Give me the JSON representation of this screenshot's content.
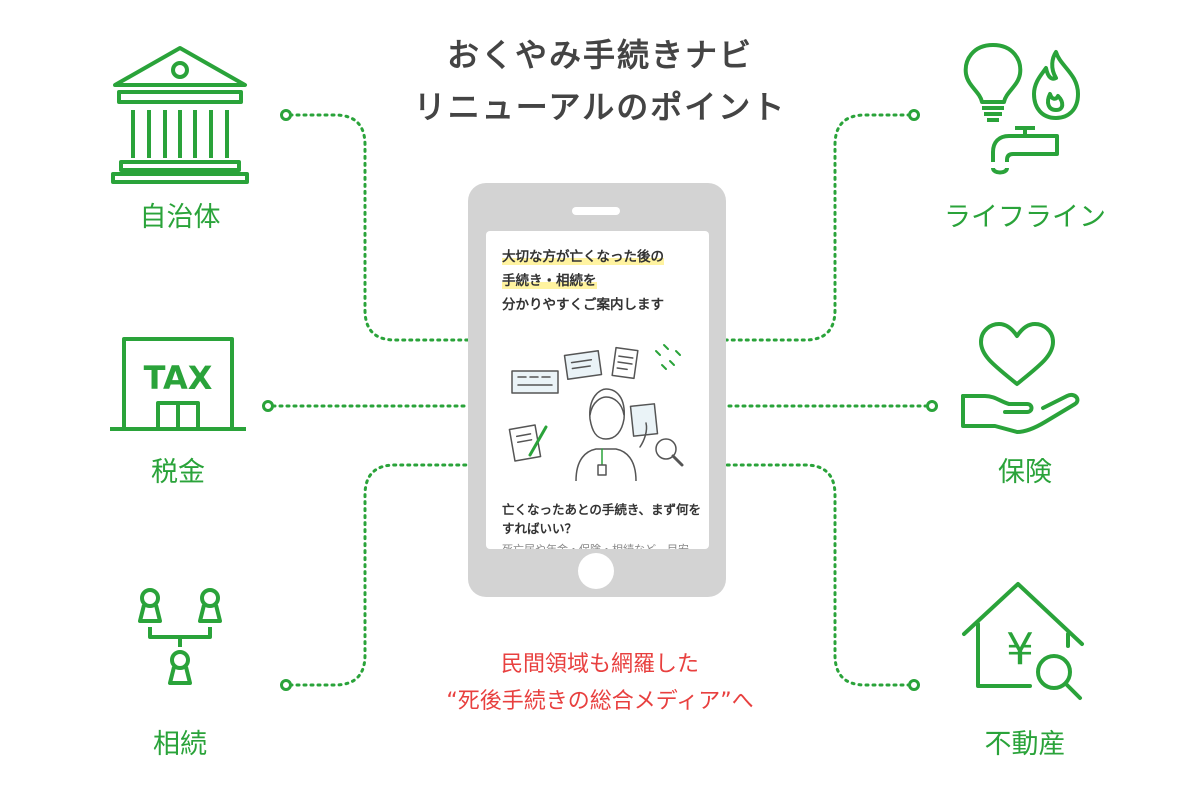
{
  "title": {
    "line1": "おくやみ手続きナビ",
    "line2": "リニューアルのポイント"
  },
  "phone": {
    "headline1": "大切な方が亡くなった後の",
    "headline2": "手続き・相続を",
    "headline3": "分かりやすくご案内します",
    "question1": "亡くなったあとの手続き、まず何を",
    "question2": "すればいい？",
    "snippet": "死亡届や年金・保険・相続など　目安"
  },
  "categories": {
    "municipality": "自治体",
    "tax": "税金",
    "inheritance": "相続",
    "lifeline": "ライフライン",
    "insurance": "保険",
    "realestate": "不動産"
  },
  "tax_sign": "TAX",
  "yen_sign": "¥",
  "caption": {
    "line1": "民間領域も網羅した",
    "line2": "“死後手続きの総合メディア”へ"
  },
  "colors": {
    "accent": "#2aa33a",
    "caption": "#e8403f",
    "title": "#444444",
    "phone": "#d3d3d3"
  },
  "icons": [
    "bank-icon",
    "tax-office-icon",
    "family-tree-icon",
    "lightbulb-icon",
    "flame-icon",
    "faucet-icon",
    "heart-hand-icon",
    "house-yen-icon"
  ]
}
